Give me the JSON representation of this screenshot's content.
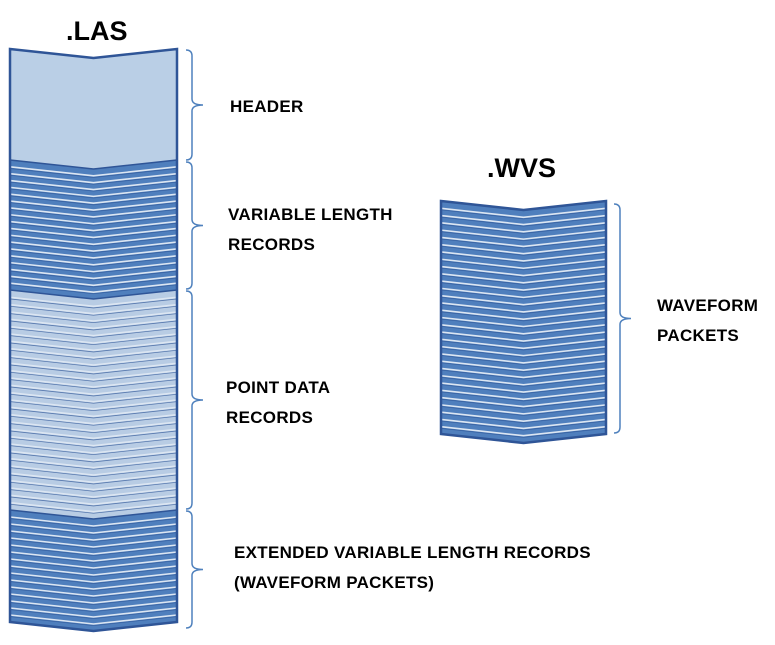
{
  "las": {
    "title": ".LAS",
    "sections": [
      {
        "id": "header",
        "lines": [
          "HEADER"
        ],
        "fill": "#bacfe6",
        "kind": "solid"
      },
      {
        "id": "vlr",
        "lines": [
          "VARIABLE  LENGTH",
          "RECORDS"
        ],
        "fill": "#4f7fbd",
        "kind": "striped"
      },
      {
        "id": "pdr",
        "lines": [
          "POINT DATA",
          "RECORDS"
        ],
        "fill": "#b8cce4",
        "kind": "striped"
      },
      {
        "id": "evlr",
        "lines": [
          "EXTENDED VARIABLE  LENGTH RECORDS",
          "(WAVEFORM  PACKETS)"
        ],
        "fill": "#4f7fbd",
        "kind": "striped"
      }
    ]
  },
  "wvs": {
    "title": ".WVS",
    "sections": [
      {
        "id": "packets",
        "lines": [
          "WAVEFORM",
          "PACKETS"
        ],
        "fill": "#4f7fbd",
        "kind": "striped"
      }
    ]
  },
  "colors": {
    "outline": "#2f5597",
    "stripe_line": "#dce6f2",
    "brace": "#4f81bd"
  }
}
